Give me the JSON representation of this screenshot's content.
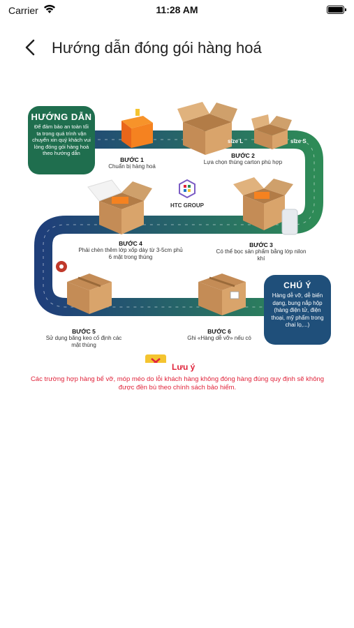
{
  "status_bar": {
    "carrier": "Carrier",
    "time": "11:28 AM"
  },
  "nav": {
    "title": "Hướng dẫn đóng gói hàng hoá"
  },
  "guide_bubble": {
    "title": "HƯỚNG DẪN",
    "text": "Để đảm bảo an toàn tối ta trong quá trình vận chuyển xin quý khách vui lòng đóng gói hàng hoá theo hướng dẫn"
  },
  "brand": {
    "name": "HTC GROUP"
  },
  "steps": [
    {
      "title": "BƯỚC 1",
      "desc": "Chuẩn bị hàng hoá"
    },
    {
      "title": "BƯỚC 2",
      "desc": "Lựa chọn thùng carton phù hợp"
    },
    {
      "title": "BƯỚC 3",
      "desc": "Có thể bọc sản phẩm bằng lớp nilon khí"
    },
    {
      "title": "BƯỚC 4",
      "desc": "Phải chèn thêm lớp xốp dày từ 3-5cm phủ 6 mặt trong thùng"
    },
    {
      "title": "BƯỚC 5",
      "desc": "Sử dụng băng keo cố định các mặt thùng"
    },
    {
      "title": "BƯỚC 6",
      "desc": "Ghi «Hàng dễ vỡ» nếu có"
    }
  ],
  "size_labels": {
    "large": "size L",
    "small": "size S"
  },
  "note_bubble": {
    "title": "CHÚ Ý",
    "text": "Hàng dễ vỡ, dễ biến dạng, bung nắp hộp (hàng điện tử, điện thoại, mỹ phẩm trong chai lọ,...)"
  },
  "warning": {
    "title": "Lưu ý",
    "text": "Các trường hợp hàng bể vỡ, móp méo do lỗi khách hàng không đóng hàng đúng quy định sẽ không được đền bù theo chính sách bảo hiểm."
  },
  "colors": {
    "green": "#2e8b57",
    "navy": "#1f3f7a",
    "red": "#e0233a"
  }
}
